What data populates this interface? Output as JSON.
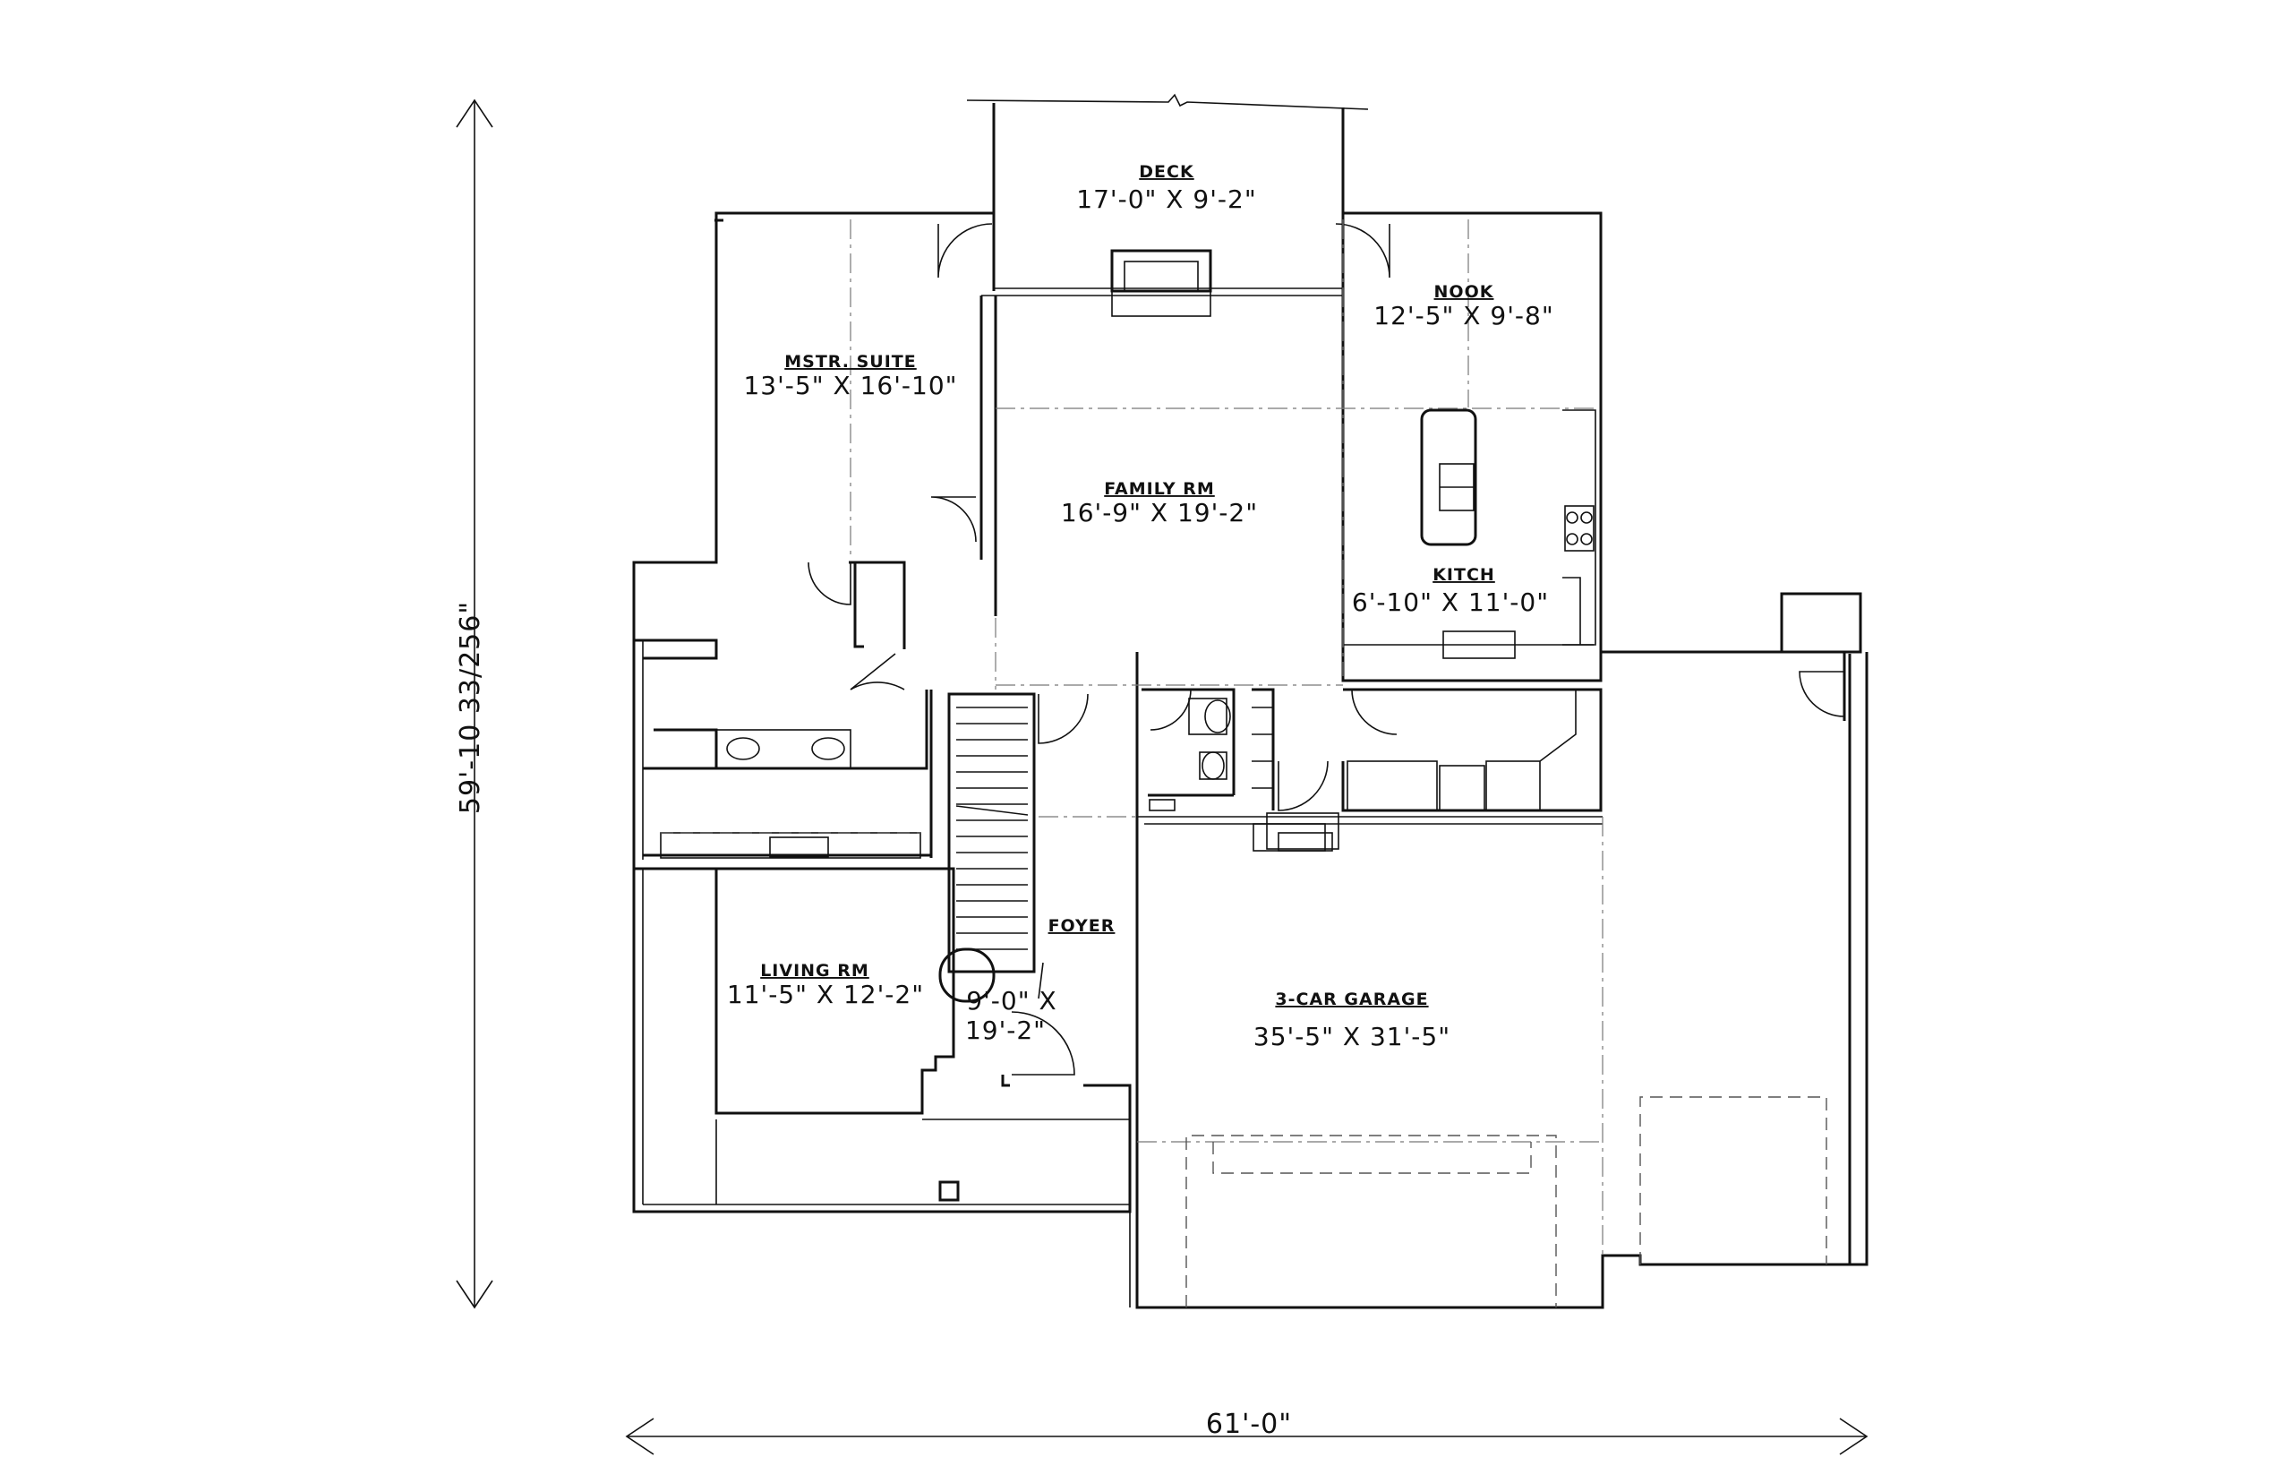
{
  "rooms": {
    "deck": {
      "name": "DECK",
      "dims": "17'-0\" X 9'-2\""
    },
    "nook": {
      "name": "NOOK",
      "dims": "12'-5\" X 9'-8\""
    },
    "master_suite": {
      "name": "MSTR. SUITE",
      "dims": "13'-5\" X 16'-10\""
    },
    "family_room": {
      "name": "FAMILY RM",
      "dims": "16'-9\" X 19'-2\""
    },
    "kitchen": {
      "name": "KITCH",
      "dims": "6'-10\" X 11'-0\""
    },
    "foyer": {
      "name": "FOYER",
      "dims_line1": "9'-0\" X",
      "dims_line2": "19'-2\""
    },
    "living_room": {
      "name": "LIVING RM",
      "dims": "11'-5\" X 12'-2\""
    },
    "garage": {
      "name": "3-CAR GARAGE",
      "dims": "35'-5\" X 31'-5\""
    }
  },
  "overall": {
    "height_label": "59'-10 33/256\"",
    "width_label": "61'-0\""
  }
}
